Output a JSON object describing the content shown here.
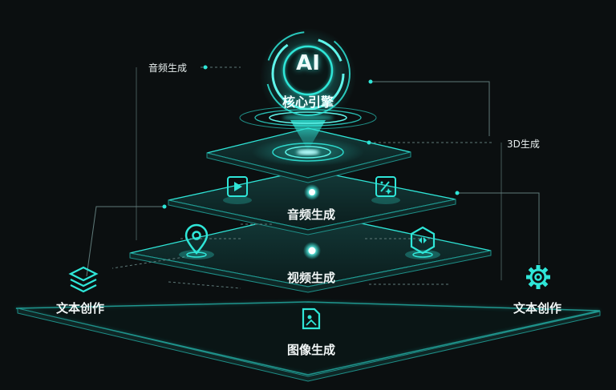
{
  "core": {
    "title": "AI",
    "subtitle": "核心引擎"
  },
  "callouts": {
    "top_left": "音频生成",
    "right": "3D生成",
    "left_bottom": "文本创作",
    "right_bottom": "文本创作"
  },
  "layers": {
    "layer2": "音频生成",
    "layer3": "视频生成",
    "layer4": "图像生成"
  },
  "icons": {
    "left_stack": "layers-icon",
    "right_gear": "gear-icon",
    "play": "play-icon",
    "sparkle": "sparkle-icon",
    "location": "location-pin-icon",
    "cube": "code-cube-icon",
    "image_doc": "image-file-icon"
  },
  "colors": {
    "accent": "#2fe6d8",
    "background": "#0b0f10",
    "panel": "#0f2a2a"
  }
}
